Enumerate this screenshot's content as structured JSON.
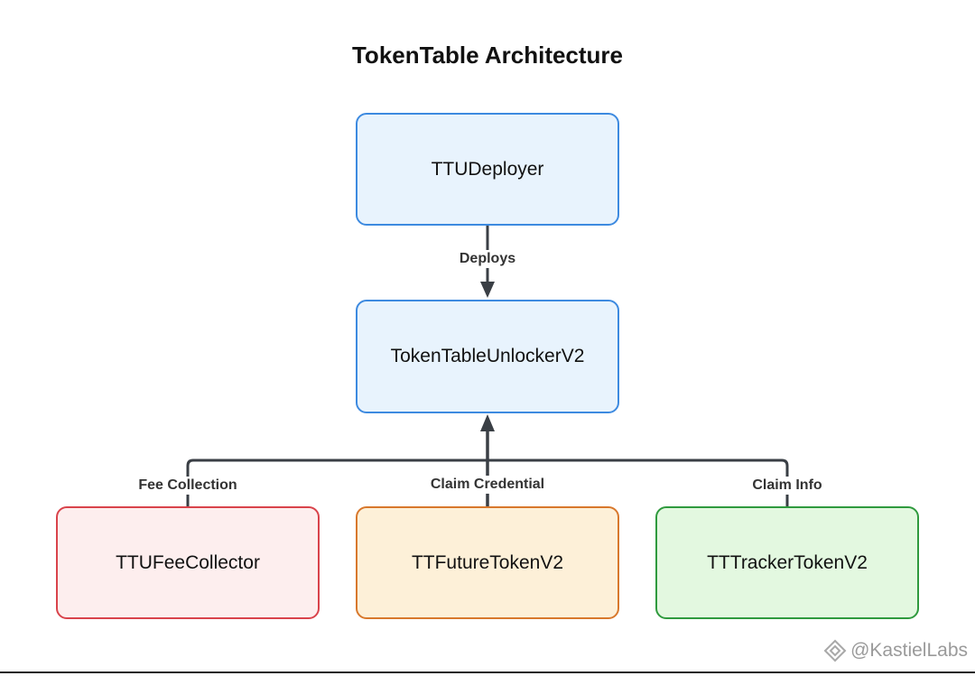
{
  "title": "TokenTable Architecture",
  "nodes": {
    "deployer": "TTUDeployer",
    "unlocker": "TokenTableUnlockerV2",
    "fee_collector": "TTUFeeCollector",
    "future_token": "TTFutureTokenV2",
    "tracker_token": "TTTrackerTokenV2"
  },
  "edges": {
    "deploys": "Deploys",
    "fee_collection": "Fee Collection",
    "claim_credential": "Claim Credential",
    "claim_info": "Claim Info"
  },
  "colors": {
    "blue_border": "#3d8ae0",
    "blue_fill": "#e8f3fd",
    "red_border": "#d9434b",
    "red_fill": "#fdeeee",
    "orange_border": "#d8782c",
    "orange_fill": "#fdf0d8",
    "green_border": "#2f9a3e",
    "green_fill": "#e3f8e0",
    "connector": "#3a3f45"
  },
  "watermark": {
    "text": "@KastielLabs",
    "icon": "binance-square-icon"
  }
}
